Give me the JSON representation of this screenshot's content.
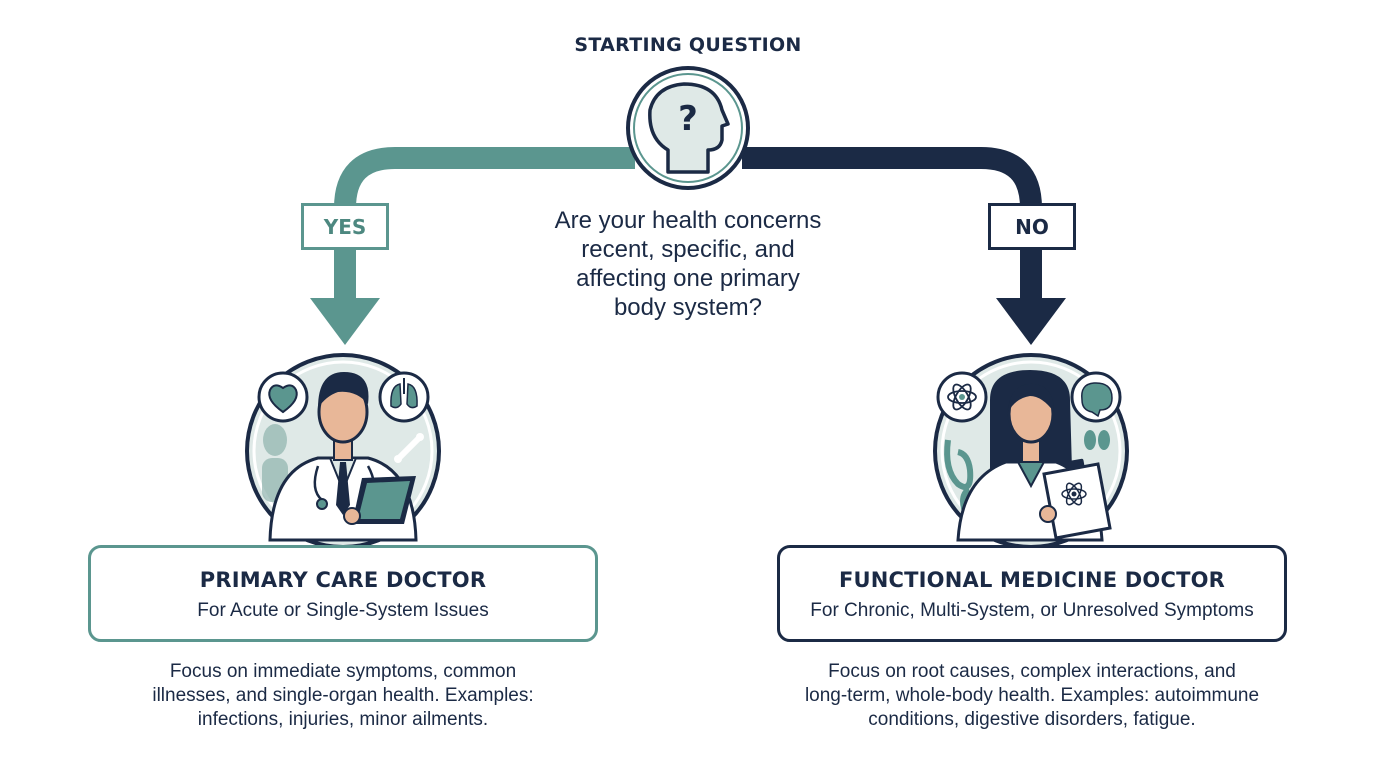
{
  "heading": "STARTING QUESTION",
  "question_lines": [
    "Are your health concerns",
    "recent, specific, and",
    "affecting one primary",
    "body system?"
  ],
  "yes_branch": {
    "label": "YES",
    "title": "PRIMARY CARE DOCTOR",
    "subtitle": "For Acute or Single-System Issues",
    "description_lines": [
      "Focus on immediate symptoms, common",
      "illnesses, and single-organ health. Examples:",
      "infections, injuries, minor ailments."
    ]
  },
  "no_branch": {
    "label": "NO",
    "title": "FUNCTIONAL MEDICINE DOCTOR",
    "subtitle": "For Chronic, Multi-System, or Unresolved Symptoms",
    "description_lines": [
      "Focus on root causes, complex interactions, and",
      "long-term, whole-body health. Examples: autoimmune",
      "conditions, digestive disorders, fatigue."
    ]
  },
  "colors": {
    "teal": "#5b968f",
    "navy": "#1b2a45",
    "circle_fill": "#dfe9e7"
  },
  "icons": [
    "head-question-icon",
    "heart-icon",
    "lungs-icon",
    "bone-icon",
    "body-organs-icon",
    "atom-icon",
    "brain-icon",
    "intestines-icon",
    "kidneys-icon",
    "leaf-icon",
    "male-doctor-icon",
    "female-doctor-icon",
    "tablet-icon",
    "clipboard-icon"
  ]
}
